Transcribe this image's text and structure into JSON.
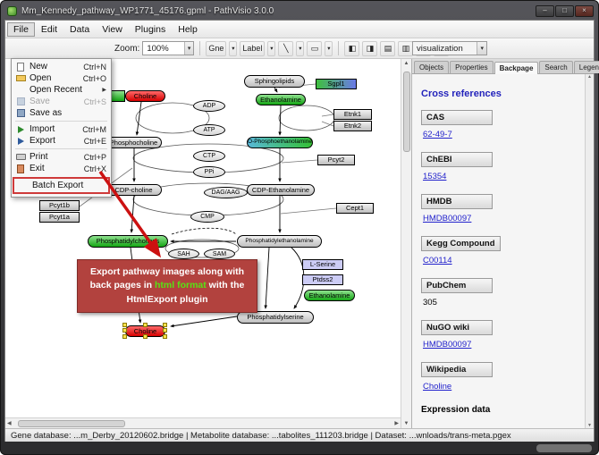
{
  "window": {
    "title": "Mm_Kennedy_pathway_WP1771_45176.gpml - PathVisio 3.0.0"
  },
  "icons": {
    "minimize": "–",
    "maximize": "□",
    "close": "×",
    "caret_down": "▾",
    "submenu_arrow": "▶",
    "scroll_up": "▲",
    "scroll_down": "▼",
    "scroll_left": "◀",
    "scroll_right": "▶",
    "line_tool": "╲",
    "shape_tool": "▭",
    "align_1": "◧",
    "align_2": "◨",
    "align_3": "▤",
    "align_4": "▥",
    "align_5": "⊞",
    "align_6": "⊟"
  },
  "menubar": {
    "items": [
      "File",
      "Edit",
      "Data",
      "View",
      "Plugins",
      "Help"
    ]
  },
  "file_menu": {
    "items": [
      {
        "label": "New",
        "shortcut": "Ctrl+N"
      },
      {
        "label": "Open",
        "shortcut": "Ctrl+O"
      },
      {
        "label": "Open Recent",
        "shortcut": ""
      },
      {
        "label": "Save",
        "shortcut": "Ctrl+S"
      },
      {
        "label": "Save as",
        "shortcut": ""
      },
      {
        "label": "Import",
        "shortcut": "Ctrl+M"
      },
      {
        "label": "Export",
        "shortcut": "Ctrl+E"
      },
      {
        "label": "Print",
        "shortcut": "Ctrl+P"
      },
      {
        "label": "Exit",
        "shortcut": "Ctrl+X"
      },
      {
        "label": "Batch Export",
        "shortcut": ""
      }
    ]
  },
  "toolbar": {
    "zoom_label": "Zoom:",
    "zoom_value": "100%",
    "datanode_tool": "Gne",
    "label_tool": "Label",
    "visualization": "visualization"
  },
  "pathway": {
    "nodes": {
      "sphingolipids": "Sphingolipids",
      "sgpl1": "Sgpl1",
      "choline_top": "Choline",
      "ethanolamine_top": "Ethanolamine",
      "etnk1": "Etnk1",
      "etnk2": "Etnk2",
      "adp": "ADP",
      "atp": "ATP",
      "phosphocholine": "Phosphocholine",
      "o_phosphoethanolamine": "O-Phosphoethanolamine",
      "ctp": "CTP",
      "pcyt2": "Pcyt2",
      "ppi": "PPi",
      "cdp_choline": "CDP-choline",
      "dag": "DAG/AAG",
      "cdp_ethanolamine": "CDP-Ethanolamine",
      "pcyt1b": "Pcyt1b",
      "pcyt1a": "Pcyt1a",
      "cmp": "CMP",
      "cept1": "Cept1",
      "phosphatidylcholines": "Phosphatidylcholines",
      "sah": "SAH",
      "sam": "SAM",
      "phosphatidylethanolamine": "Phosphatidylethanolamine",
      "l_serine": "L-Serine",
      "ptdss2": "Ptdss2",
      "ethanolamine_right": "Ethanolamine",
      "phosphatidylserine": "Phosphatidylserine",
      "choline_bottom": "Choline"
    }
  },
  "callout": {
    "text_before": "Export pathway images along with back pages in ",
    "highlight": "html format",
    "text_after": " with the HtmlExport plugin"
  },
  "side_panel": {
    "tabs": [
      "Objects",
      "Properties",
      "Backpage",
      "Search",
      "Legend"
    ],
    "active_tab": "Backpage",
    "backpage_title": "Cross references",
    "sections": [
      {
        "header": "CAS",
        "value": "62-49-7"
      },
      {
        "header": "ChEBI",
        "value": "15354"
      },
      {
        "header": "HMDB",
        "value": "HMDB00097"
      },
      {
        "header": "Kegg Compound",
        "value": "C00114"
      },
      {
        "header": "PubChem",
        "value": "305"
      },
      {
        "header": "NuGO wiki",
        "value": "HMDB00097"
      },
      {
        "header": "Wikipedia",
        "value": "Choline"
      }
    ],
    "footer": "Expression data"
  },
  "status_bar": {
    "text": "Gene database: ...m_Derby_20120602.bridge | Metabolite database: ...tabolites_111203.bridge | Dataset: ...wnloads/trans-meta.pgex"
  },
  "colors": {
    "callout_background": "#b2423e",
    "callout_highlight": "#56e414",
    "annotation_red": "#cc1111",
    "node_green": "#13a513",
    "node_red": "#d60000",
    "link_blue": "#2222cc",
    "crossref_title_blue": "#2323bb"
  }
}
